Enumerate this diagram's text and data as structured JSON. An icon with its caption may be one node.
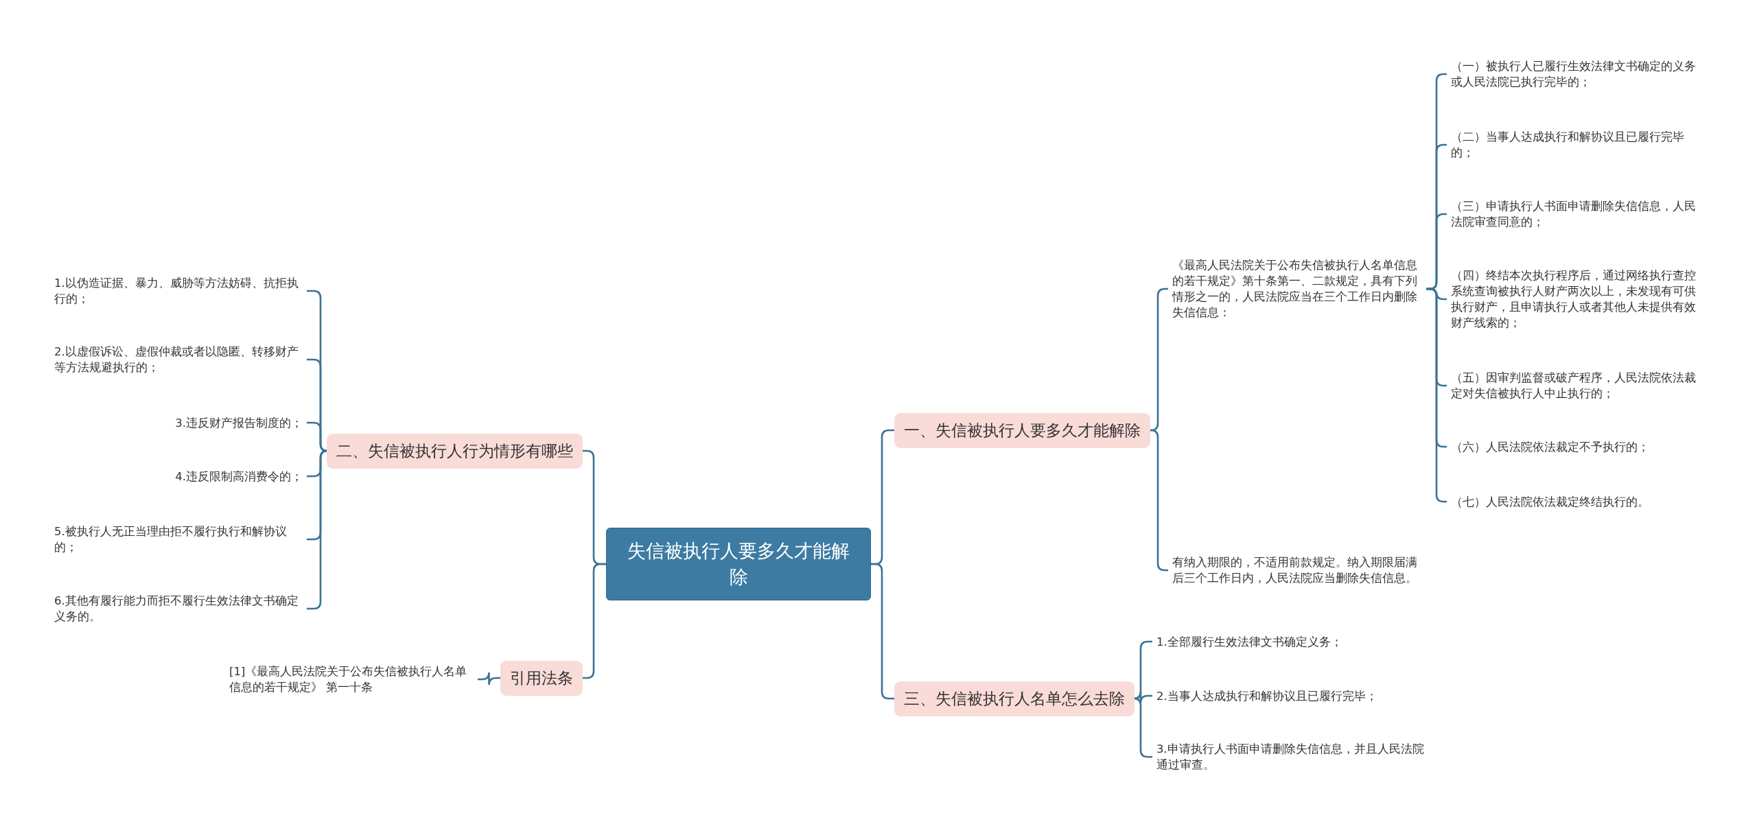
{
  "diagram": {
    "nodes": [
      {
        "text": [
          "失信被执行人要多久才能解除"
        ]
      },
      {
        "text": [
          "二、失信被执行人行为情形有哪些"
        ]
      },
      {
        "text": [
          "1.以伪造证据、暴力、威胁等方法妨碍、抗拒执行的；"
        ]
      },
      {
        "text": [
          "2.以虚假诉讼、虚假仲裁或者以隐匿、转移财产等方法规避执行的；"
        ]
      },
      {
        "text": [
          "3.违反财产报告制度的；"
        ]
      },
      {
        "text": [
          "4.违反限制高消费令的；"
        ]
      },
      {
        "text": [
          "5.被执行人无正当理由拒不履行执行和解协议的；"
        ]
      },
      {
        "text": [
          "6.其他有履行能力而拒不履行生效法律文书确定义务的。"
        ]
      },
      {
        "text": [
          "引用法条"
        ]
      },
      {
        "text": [
          "[1]《最高人民法院关于公布失信被执行人名单信息的若干规定》 第一十条"
        ]
      },
      {
        "text": [
          "一、失信被执行人要多久才能解除"
        ]
      },
      {
        "text": [
          "《最高人民法院关于公布失信被执行人名单信息的若干规定》第十条第一、二款规定，具有下列情形之一的，人民法院应当在三个工作日内删除失信信息："
        ]
      },
      {
        "text": [
          "（一）被执行人已履行生效法律文书确定的义务或人民法院已执行完毕的；"
        ]
      },
      {
        "text": [
          "（二）当事人达成执行和解协议且已履行完毕的；"
        ]
      },
      {
        "text": [
          "（三）申请执行人书面申请删除失信信息，人民法院审查同意的；"
        ]
      },
      {
        "text": [
          "（四）终结本次执行程序后，通过网络执行查控系统查询被执行人财产两次以上，未发现有可供执行财产，且申请执行人或者其他人未提供有效财产线索的；"
        ]
      },
      {
        "text": [
          "（五）因审判监督或破产程序，人民法院依法裁定对失信被执行人中止执行的；"
        ]
      },
      {
        "text": [
          "（六）人民法院依法裁定不予执行的；"
        ]
      },
      {
        "text": [
          "（七）人民法院依法裁定终结执行的。"
        ]
      },
      {
        "text": [
          "有纳入期限的，不适用前款规定。纳入期限届满后三个工作日内，人民法院应当删除失信信息。"
        ]
      },
      {
        "text": [
          "三、失信被执行人名单怎么去除"
        ]
      },
      {
        "text": [
          "1.全部履行生效法律文书确定义务；"
        ]
      },
      {
        "text": [
          "2.当事人达成执行和解协议且已履行完毕；"
        ]
      },
      {
        "text": [
          "3.申请执行人书面申请删除失信信息，并且人民法院通过审查。"
        ]
      }
    ],
    "edges": [
      {
        "from": 0,
        "to": 1,
        "arrow": "none"
      },
      {
        "from": 1,
        "to": 2,
        "arrow": "none"
      },
      {
        "from": 1,
        "to": 3,
        "arrow": "none"
      },
      {
        "from": 1,
        "to": 4,
        "arrow": "none"
      },
      {
        "from": 1,
        "to": 5,
        "arrow": "none"
      },
      {
        "from": 1,
        "to": 6,
        "arrow": "none"
      },
      {
        "from": 1,
        "to": 7,
        "arrow": "none"
      },
      {
        "from": 0,
        "to": 8,
        "arrow": "none"
      },
      {
        "from": 8,
        "to": 9,
        "arrow": "none"
      },
      {
        "from": 0,
        "to": 10,
        "arrow": "none"
      },
      {
        "from": 10,
        "to": 11,
        "arrow": "none"
      },
      {
        "from": 11,
        "to": 12,
        "arrow": "none"
      },
      {
        "from": 11,
        "to": 13,
        "arrow": "none"
      },
      {
        "from": 11,
        "to": 14,
        "arrow": "none"
      },
      {
        "from": 11,
        "to": 15,
        "arrow": "none"
      },
      {
        "from": 11,
        "to": 16,
        "arrow": "none"
      },
      {
        "from": 11,
        "to": 17,
        "arrow": "none"
      },
      {
        "from": 11,
        "to": 18,
        "arrow": "none"
      },
      {
        "from": 10,
        "to": 19,
        "arrow": "none"
      },
      {
        "from": 0,
        "to": 20,
        "arrow": "none"
      },
      {
        "from": 20,
        "to": 21,
        "arrow": "none"
      },
      {
        "from": 20,
        "to": 22,
        "arrow": "none"
      },
      {
        "from": 20,
        "to": 23,
        "arrow": "none"
      }
    ]
  }
}
